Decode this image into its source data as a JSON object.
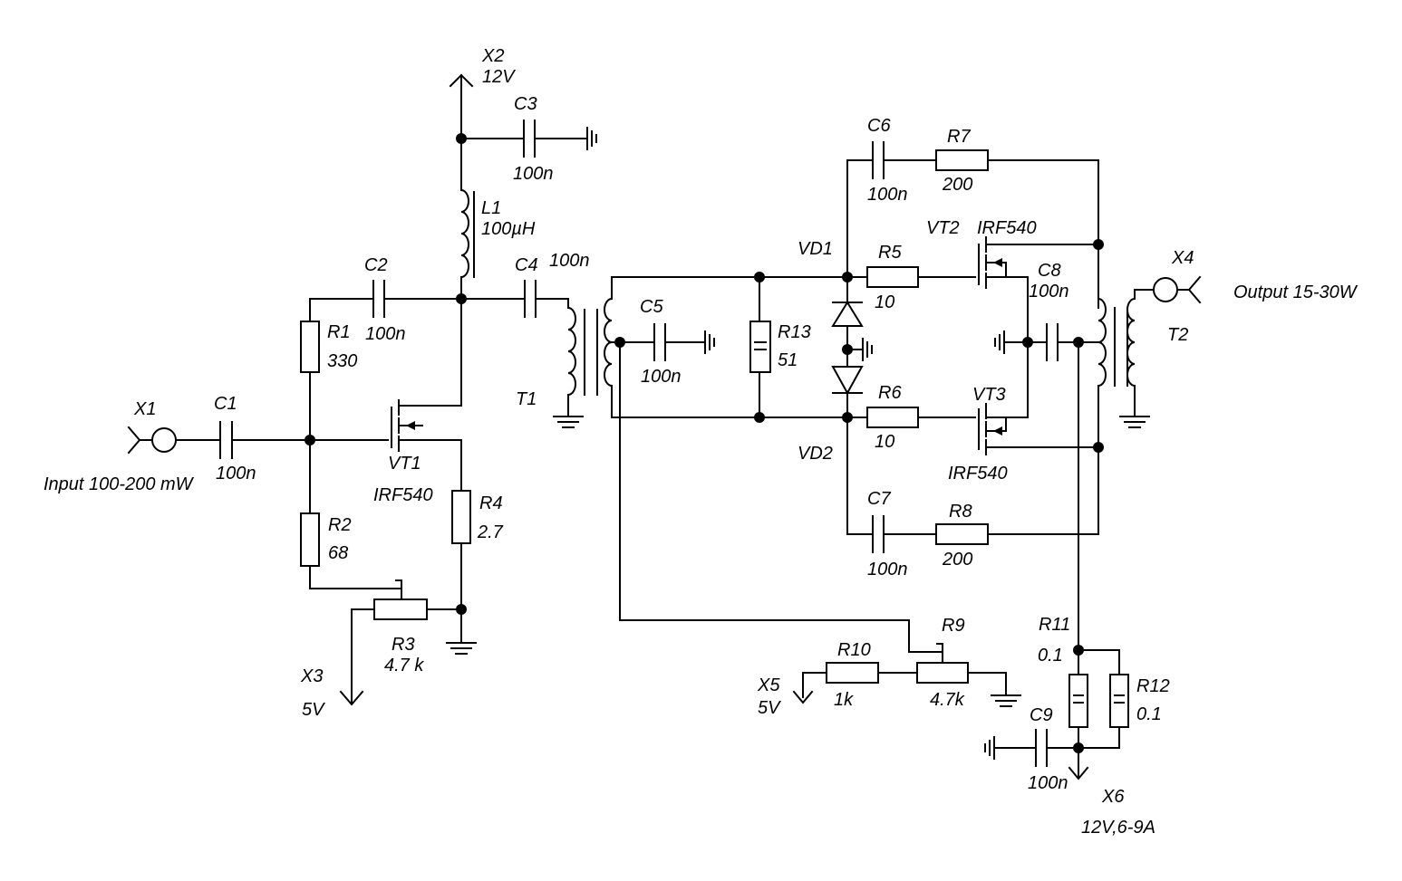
{
  "diagram": {
    "line_color": "#000000",
    "background": "#ffffff",
    "labels": {
      "x1": "X1",
      "input": "Input 100-200 mW",
      "c1": "C1",
      "c1_val": "100n",
      "x2": "X2",
      "x2_val": "12V",
      "c3": "C3",
      "c3_val": "100n",
      "l1": "L1",
      "l1_val": "100µH",
      "c2": "C2",
      "c2_val": "100n",
      "r1": "R1",
      "r1_val": "330",
      "c4": "C4",
      "c4_val": "100n",
      "t1": "T1",
      "vt1": "VT1",
      "vt1_type": "IRF540",
      "r2": "R2",
      "r2_val": "68",
      "r4": "R4",
      "r4_val": "2.7",
      "r3": "R3",
      "r3_val": "4.7 k",
      "x3": "X3",
      "x3_val": "5V",
      "c5": "C5",
      "c5_val": "100n",
      "r13": "R13",
      "r13_val": "51",
      "vd1": "VD1",
      "vd2": "VD2",
      "c6": "C6",
      "c6_val": "100n",
      "r7": "R7",
      "r7_val": "200",
      "r5": "R5",
      "r5_val": "10",
      "r6": "R6",
      "r6_val": "10",
      "vt2": "VT2",
      "vt2_type": "IRF540",
      "vt3": "VT3",
      "vt3_type": "IRF540",
      "c8": "C8",
      "c8_val": "100n",
      "x4": "X4",
      "output": "Output 15-30W",
      "t2": "T2",
      "c7": "C7",
      "c7_val": "100n",
      "r8": "R8",
      "r8_val": "200",
      "r9": "R9",
      "r10": "R10",
      "r10_val": "1k",
      "r9_val": "4.7k",
      "x5": "X5",
      "x5_val": "5V",
      "r11": "R11",
      "r11_val": "0.1",
      "r12": "R12",
      "r12_val": "0.1",
      "c9": "C9",
      "c9_val": "100n",
      "x6": "X6",
      "x6_val": "12V,6-9A"
    }
  }
}
